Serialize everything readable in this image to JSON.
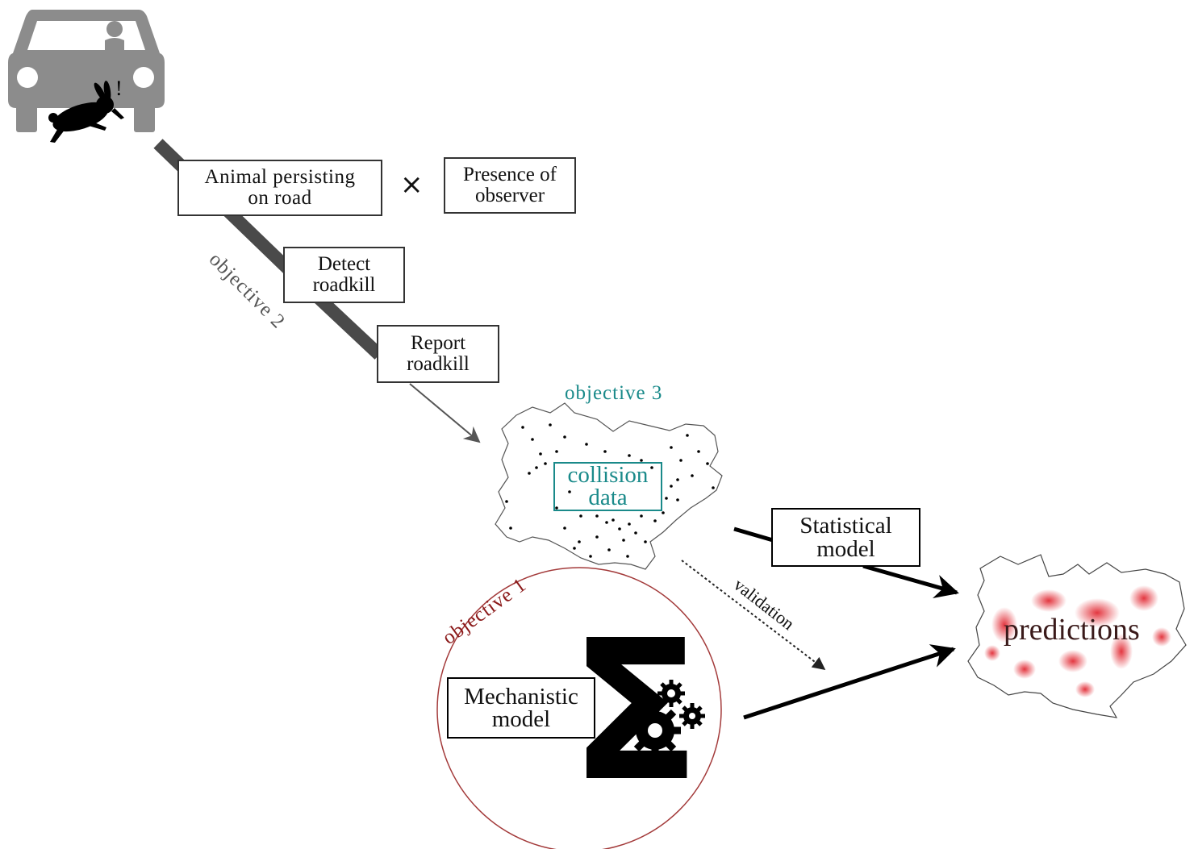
{
  "boxes": {
    "animal_persisting": [
      "Animal persisting",
      "on road"
    ],
    "presence_observer": [
      "Presence of",
      "observer"
    ],
    "detect": [
      "Detect",
      "roadkill"
    ],
    "report": [
      "Report",
      "roadkill"
    ],
    "collision": [
      "collision",
      "data"
    ],
    "statistical": [
      "Statistical",
      "model"
    ],
    "mechanistic": [
      "Mechanistic",
      "model"
    ]
  },
  "operator": "×",
  "labels": {
    "objective1": "objective 1",
    "objective2": "objective 2",
    "objective3": "objective 3",
    "validation": "validation",
    "predictions": "predictions",
    "alert_mark": "!",
    "sigma": "Σ"
  },
  "colors": {
    "objective1": "#8b1a1a",
    "objective2": "#555555",
    "objective3": "#1a8a8a",
    "hotspot": "#e0202a",
    "car": "#8c8c8c"
  },
  "icons": [
    "car-icon",
    "rabbit-icon",
    "gears-icon"
  ]
}
